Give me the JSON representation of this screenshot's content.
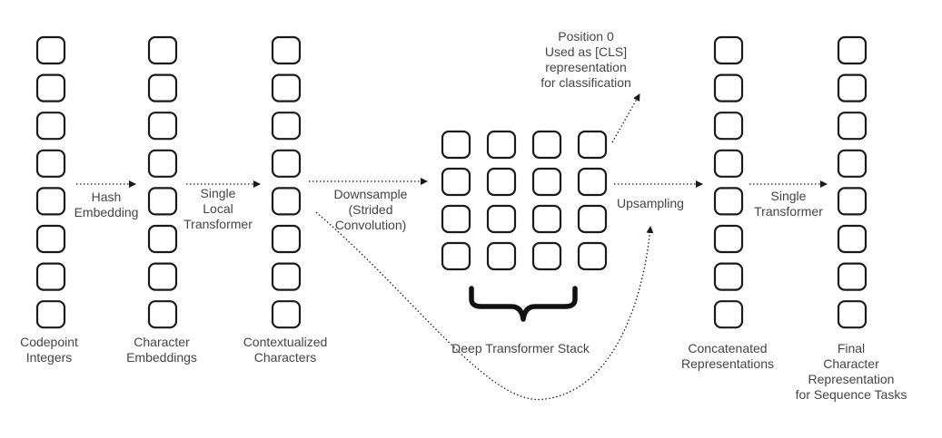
{
  "column_captions": {
    "codepoints": [
      "Codepoint",
      "Integers"
    ],
    "char_embeddings": [
      "Character",
      "Embeddings"
    ],
    "contextualized": [
      "Contextualized",
      "Characters"
    ],
    "concatenated": [
      "Concatenated",
      "Representations"
    ],
    "final": [
      "Final",
      "Character",
      "Representation",
      "for Sequence Tasks"
    ]
  },
  "edge_labels": {
    "hash": [
      "Hash",
      "Embedding"
    ],
    "local_transformer": [
      "Single",
      "Local",
      "Transformer"
    ],
    "downsample": [
      "Downsample",
      "(Strided",
      "Convolution)"
    ],
    "upsampling": [
      "Upsampling"
    ],
    "single_transformer": [
      "Single",
      "Transformer"
    ]
  },
  "stack_label": "Deep Transformer Stack",
  "cls_note": [
    "Position 0",
    "Used as [CLS]",
    "representation",
    "for classification"
  ],
  "column_cell_count": 8,
  "stack_grid": {
    "rows": 4,
    "cols": 4
  },
  "colors": {
    "stroke": "#1a1a1a",
    "text": "#444444"
  }
}
